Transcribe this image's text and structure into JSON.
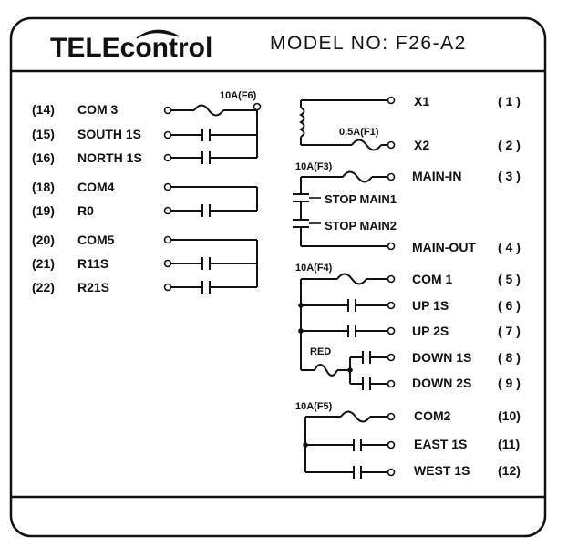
{
  "header": {
    "logo": "TELEcontrol",
    "model": "MODEL NO: F26-A2"
  },
  "left": [
    {
      "num": "(14)",
      "label": "COM 3"
    },
    {
      "num": "(15)",
      "label": "SOUTH 1S"
    },
    {
      "num": "(16)",
      "label": "NORTH 1S"
    },
    {
      "num": "(18)",
      "label": "COM4"
    },
    {
      "num": "(19)",
      "label": "R0"
    },
    {
      "num": "(20)",
      "label": "COM5"
    },
    {
      "num": "(21)",
      "label": "R11S"
    },
    {
      "num": "(22)",
      "label": "R21S"
    }
  ],
  "right": [
    {
      "num": "( 1 )",
      "label": "X1"
    },
    {
      "num": "( 2 )",
      "label": "X2"
    },
    {
      "num": "( 3 )",
      "label": "MAIN-IN"
    },
    {
      "num": "( 4 )",
      "label": "MAIN-OUT"
    },
    {
      "num": "( 5 )",
      "label": "COM 1"
    },
    {
      "num": "( 6 )",
      "label": "UP  1S"
    },
    {
      "num": "( 7 )",
      "label": "UP  2S"
    },
    {
      "num": "( 8 )",
      "label": "DOWN 1S"
    },
    {
      "num": "( 9 )",
      "label": "DOWN 2S"
    },
    {
      "num": "(10)",
      "label": "COM2"
    },
    {
      "num": "(11)",
      "label": "EAST 1S"
    },
    {
      "num": "(12)",
      "label": "WEST 1S"
    }
  ],
  "components": {
    "fuse_f6": "10A(F6)",
    "fuse_f1": "0.5A(F1)",
    "fuse_f3": "10A(F3)",
    "fuse_f4": "10A(F4)",
    "fuse_f5": "10A(F5)",
    "stop1": "STOP MAIN1",
    "stop2": "STOP MAIN2",
    "red": "RED"
  }
}
